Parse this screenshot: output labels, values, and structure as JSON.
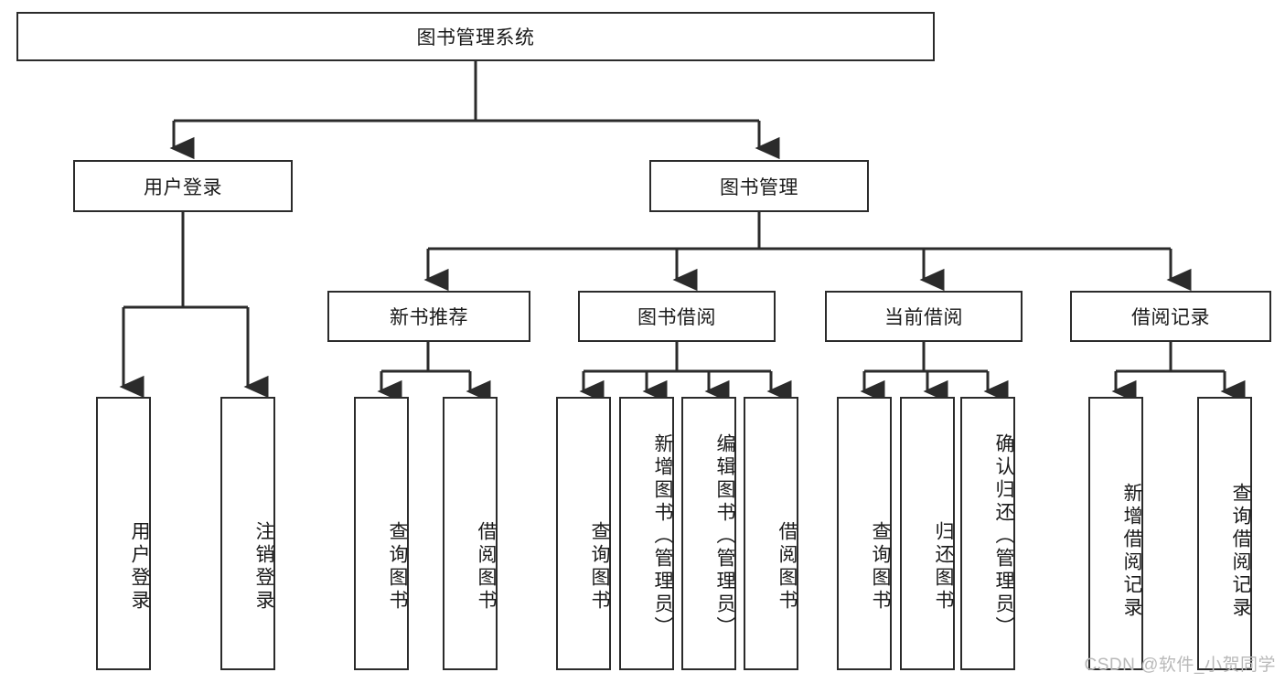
{
  "diagram": {
    "title": "图书管理系统",
    "type": "tree-hierarchy-diagram",
    "colors": {
      "border": "#2b2b2b",
      "fill": "#ffffff",
      "text": "#1a1a1a",
      "watermark": "#b9b9b9"
    },
    "root": {
      "label": "图书管理系统"
    },
    "level1": [
      {
        "label": "用户登录"
      },
      {
        "label": "图书管理"
      }
    ],
    "level2": [
      {
        "label": "新书推荐"
      },
      {
        "label": "图书借阅"
      },
      {
        "label": "当前借阅"
      },
      {
        "label": "借阅记录"
      }
    ],
    "leaves": {
      "user_login": [
        {
          "label": "用户登录"
        },
        {
          "label": "注销登录"
        }
      ],
      "new_book_recommend": [
        {
          "label": "查询图书"
        },
        {
          "label": "借阅图书"
        }
      ],
      "book_borrow": [
        {
          "label": "查询图书"
        },
        {
          "label": "新增图书（管理员）"
        },
        {
          "label": "编辑图书（管理员）"
        },
        {
          "label": "借阅图书"
        }
      ],
      "current_borrow": [
        {
          "label": "查询图书"
        },
        {
          "label": "归还图书"
        },
        {
          "label": "确认归还（管理员）"
        }
      ],
      "borrow_record": [
        {
          "label": "新增借阅记录"
        },
        {
          "label": "查询借阅记录"
        }
      ]
    }
  },
  "watermark": {
    "text": "CSDN @软件_小贺同学"
  }
}
